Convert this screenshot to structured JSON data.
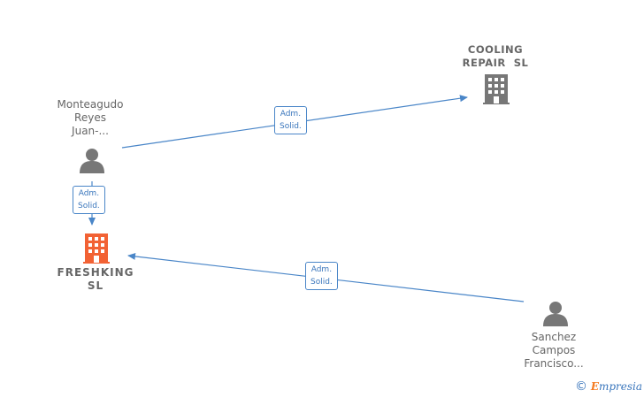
{
  "nodes": {
    "monteagudo": {
      "name_lines": [
        "Monteagudo",
        "Reyes",
        "Juan-..."
      ],
      "type": "person"
    },
    "cooling": {
      "name_lines": [
        "COOLING",
        "REPAIR  SL"
      ],
      "type": "company"
    },
    "freshking": {
      "name_lines": [
        "FRESHKING",
        "SL"
      ],
      "type": "company",
      "focus": true
    },
    "sanchez": {
      "name_lines": [
        "Sanchez",
        "Campos",
        "Francisco..."
      ],
      "type": "person"
    }
  },
  "edges": [
    {
      "from": "monteagudo",
      "to": "cooling",
      "label_lines": [
        "Adm.",
        "Solid."
      ]
    },
    {
      "from": "monteagudo",
      "to": "freshking",
      "label_lines": [
        "Adm.",
        "Solid."
      ]
    },
    {
      "from": "sanchez",
      "to": "freshking",
      "label_lines": [
        "Adm.",
        "Solid."
      ]
    }
  ],
  "colors": {
    "edge": "#4a86c8",
    "person_icon": "#777777",
    "company_icon": "#777777",
    "focus_company_icon": "#f26234",
    "label_text": "#666666"
  },
  "footer": {
    "copyright_symbol": "©",
    "brand_first": "E",
    "brand_rest": "mpresia"
  }
}
